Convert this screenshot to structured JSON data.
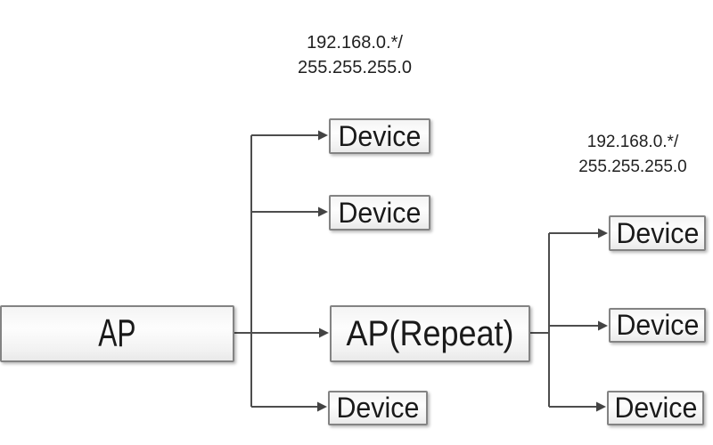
{
  "colors": {
    "background": "#ffffff",
    "connector_line": "#4d4d4d",
    "box_border": "#838383",
    "text": "#1a1a1a"
  },
  "nodes": {
    "ap": {
      "label": "AP"
    },
    "ap_repeat": {
      "label": "AP(Repeat)"
    },
    "left_devices": [
      "Device",
      "Device",
      "Device"
    ],
    "right_devices": [
      "Device",
      "Device",
      "Device"
    ]
  },
  "annotations": {
    "top_subnet": {
      "line1": "192.168.0.*/",
      "line2": "255.255.255.0"
    },
    "right_subnet": {
      "line1": "192.168.0.*/",
      "line2": "255.255.255.0"
    }
  }
}
